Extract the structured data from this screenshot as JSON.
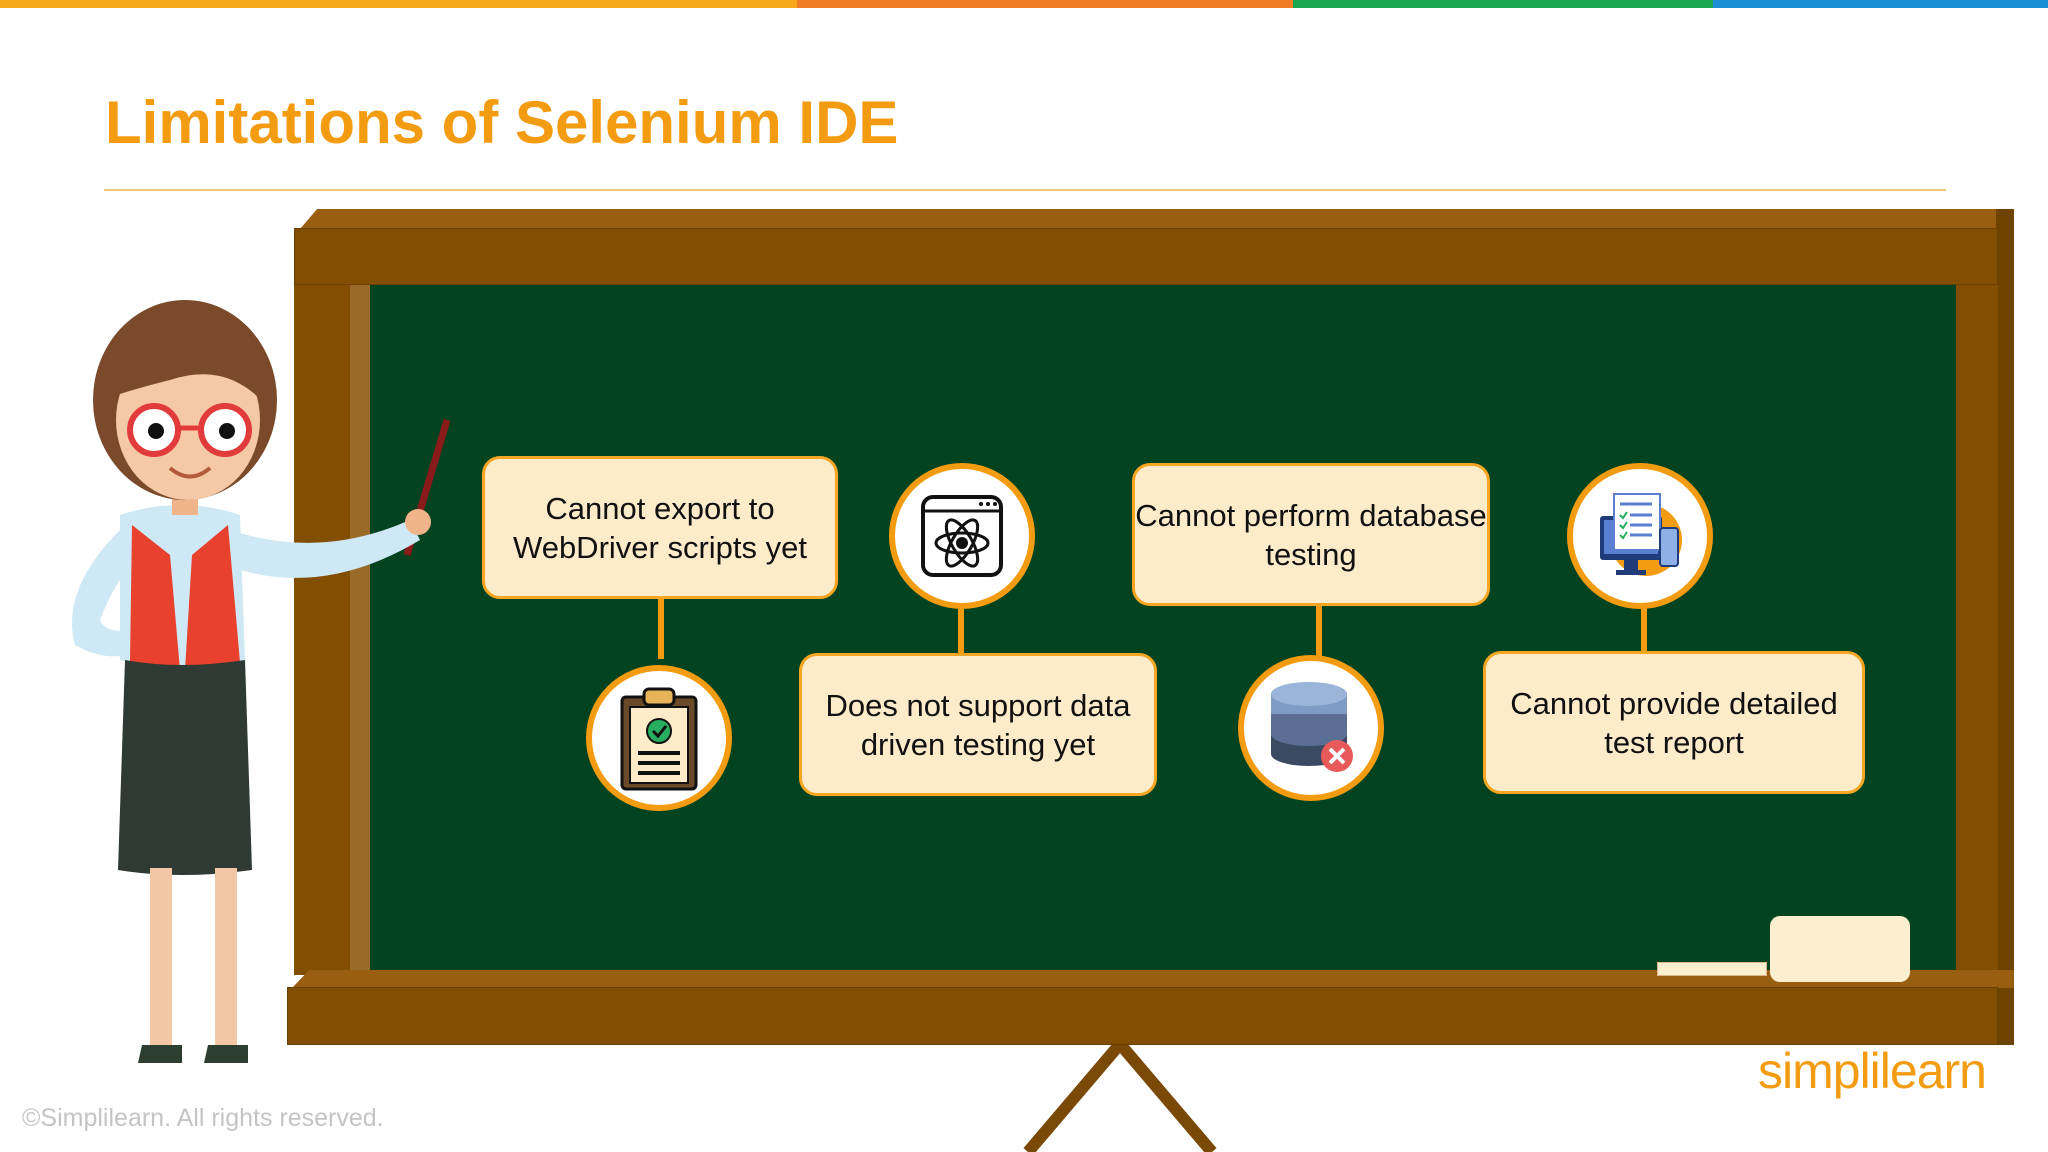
{
  "slide": {
    "title": "Limitations of Selenium IDE",
    "footer": "©Simplilearn. All rights reserved.",
    "logo_text": "simplilearn"
  },
  "colors": {
    "accent": "#f39c12",
    "topbar": [
      "#f7a81b",
      "#f07c25",
      "#1aa550",
      "#1a8fd6"
    ],
    "board": "#04431f",
    "frame": "#824e02",
    "box_fill": "#fdebc9",
    "box_border": "#f6a623"
  },
  "limitations": [
    {
      "label": "Cannot export to\nWebDriver scripts yet",
      "icon": "clipboard-check-icon"
    },
    {
      "label": "Does not support data\ndriven testing yet",
      "icon": "atom-window-icon"
    },
    {
      "label": "Cannot perform database\ntesting",
      "icon": "database-error-icon"
    },
    {
      "label": "Cannot provide detailed\ntest report",
      "icon": "report-screen-icon"
    }
  ]
}
